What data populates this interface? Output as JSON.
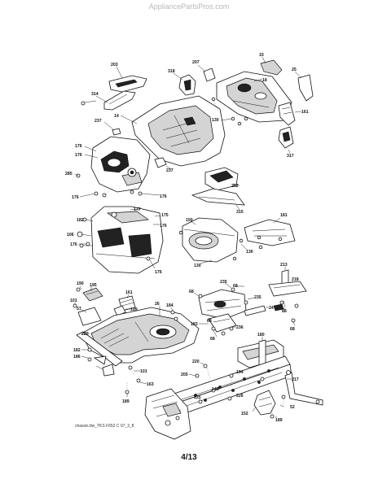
{
  "page": {
    "watermark": "AppliancePartsPros.com",
    "drawing_id": "chassis.tlw_TKS F652 C 07_3_fl",
    "page_number": "4/13"
  },
  "callouts": {
    "c203": "203",
    "c318": "318",
    "c207": "207",
    "c15": "15",
    "c25": "25",
    "c18": "18",
    "c314": "314",
    "c237a": "237",
    "c14": "14",
    "c130a": "130",
    "c161a": "161",
    "c317": "317",
    "c176a": "176",
    "c237b": "237",
    "c285": "285",
    "c202": "202",
    "c176b": "176",
    "c176c": "176",
    "c176d": "176",
    "c315": "315",
    "c177": "177",
    "c175": "175",
    "c182": "182",
    "c150": "150",
    "c181": "181",
    "c106": "106",
    "c176e": "176",
    "c176f": "176",
    "c130b": "130",
    "c130c": "130",
    "c176g": "176",
    "c213": "213",
    "c190": "190",
    "c195": "195",
    "c161b": "161",
    "c235": "235",
    "c218": "218",
    "c68a": "68",
    "c68b": "68",
    "c235b": "235",
    "c101": "101",
    "c57": "57",
    "c26": "26",
    "c199": "199",
    "c184": "184",
    "c24": "24",
    "c88": "88",
    "c222": "222",
    "c183": "183",
    "c68c": "68",
    "c68d": "68",
    "c236": "236",
    "c68e": "68",
    "c180": "180",
    "c182b": "182",
    "c186": "186",
    "c101b": "101",
    "c163": "163",
    "c220": "220",
    "c205": "205",
    "c194": "194",
    "c217": "217",
    "c148": "148",
    "c189a": "189",
    "c125": "125",
    "c226": "226",
    "c52": "52",
    "c152": "152",
    "c189b": "189"
  }
}
